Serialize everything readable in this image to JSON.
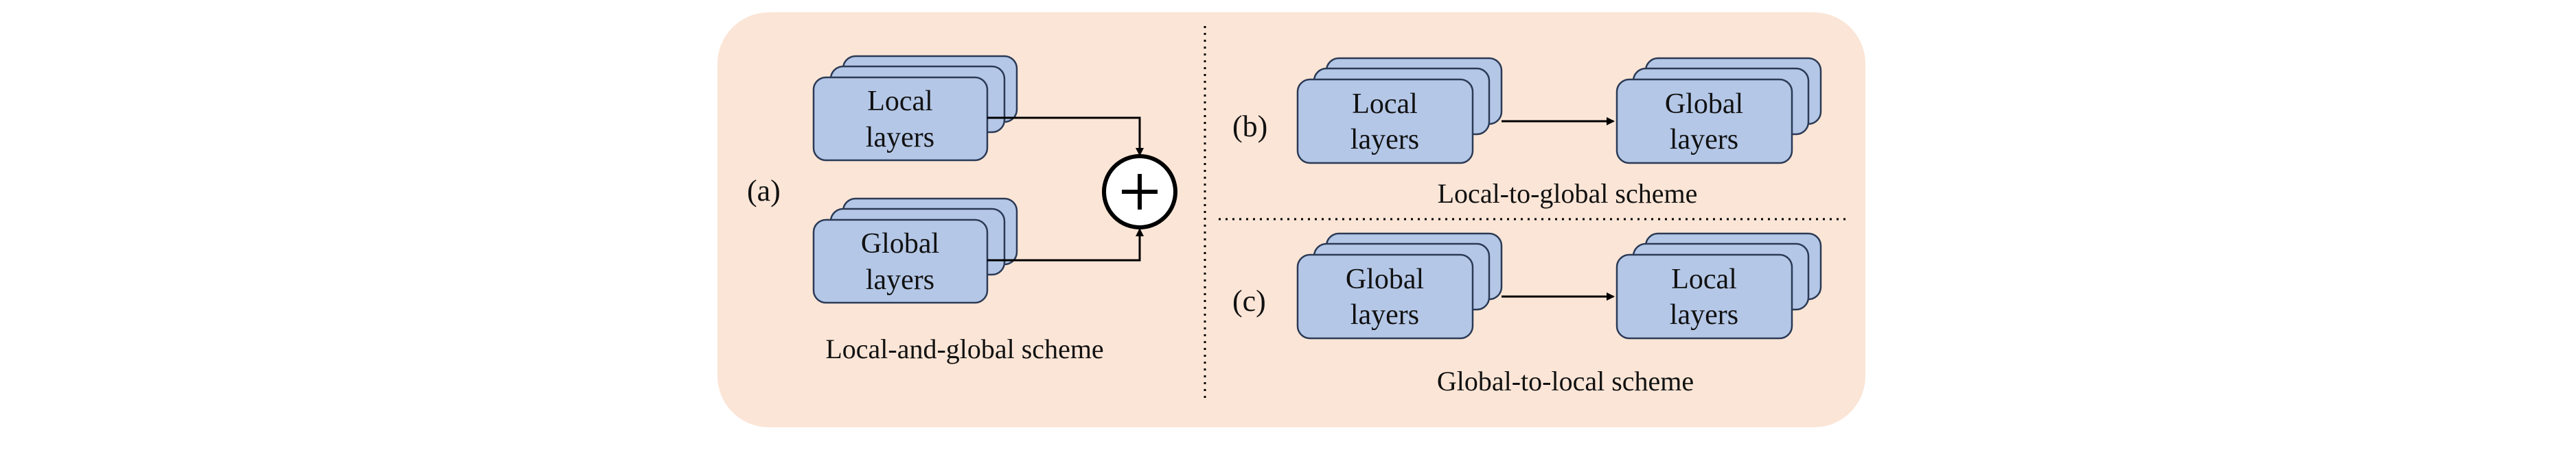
{
  "colors": {
    "panel_background": "#fbe5d6",
    "block_fill": "#b4c7e7",
    "block_stroke": "#2b3a55",
    "line": "#000000"
  },
  "panel_a": {
    "tag": "(a)",
    "local_block": {
      "line1": "Local",
      "line2": "layers"
    },
    "global_block": {
      "line1": "Global",
      "line2": "layers"
    },
    "combine_icon": "plus-circle-icon",
    "caption": "Local-and-global scheme"
  },
  "panel_b": {
    "tag": "(b)",
    "from_block": {
      "line1": "Local",
      "line2": "layers"
    },
    "to_block": {
      "line1": "Global",
      "line2": "layers"
    },
    "caption": "Local-to-global scheme"
  },
  "panel_c": {
    "tag": "(c)",
    "from_block": {
      "line1": "Global",
      "line2": "layers"
    },
    "to_block": {
      "line1": "Local",
      "line2": "layers"
    },
    "caption": "Global-to-local scheme"
  }
}
